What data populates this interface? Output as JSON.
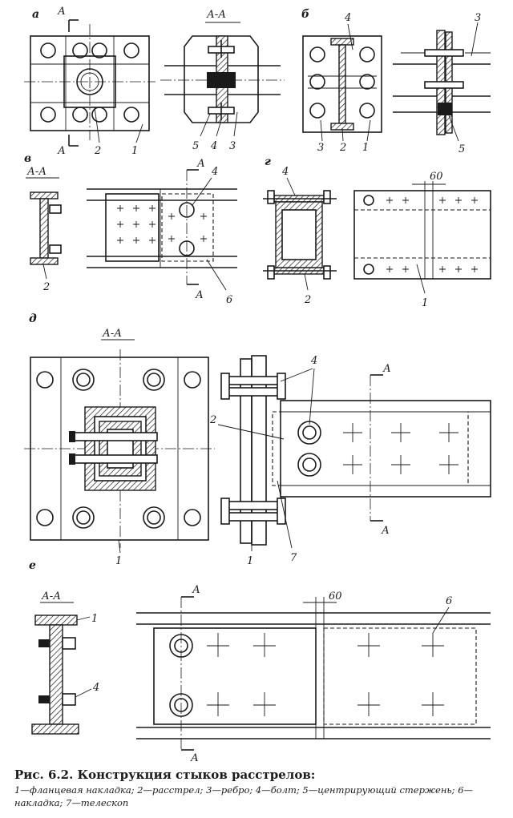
{
  "panels": {
    "a": {
      "letter": "а",
      "section": "А-А",
      "marker": "А",
      "callouts": [
        "1",
        "2",
        "3",
        "4",
        "5"
      ]
    },
    "b": {
      "letter": "б",
      "callouts": [
        "1",
        "2",
        "3",
        "4",
        "5",
        "3"
      ]
    },
    "v": {
      "letter": "в",
      "section": "А-А",
      "marker": "А",
      "callouts": [
        "2",
        "4",
        "6"
      ]
    },
    "g": {
      "letter": "г",
      "dimension": "60",
      "callouts": [
        "1",
        "2",
        "4"
      ]
    },
    "d": {
      "letter": "д",
      "section": "А-А",
      "marker": "А",
      "callouts": [
        "1",
        "1",
        "2",
        "4",
        "7"
      ]
    },
    "e": {
      "letter": "е",
      "section": "А-А",
      "marker": "А",
      "dimension": "60",
      "callouts": [
        "1",
        "4",
        "6"
      ]
    }
  },
  "caption": {
    "title": "Рис. 6.2. Конструкция стыков расстрелов:",
    "legend": "1—фланцевая накладка; 2—расстрел; 3—ребро; 4—болт; 5—центрирующий стержень; 6—накладка; 7—телескоп"
  }
}
